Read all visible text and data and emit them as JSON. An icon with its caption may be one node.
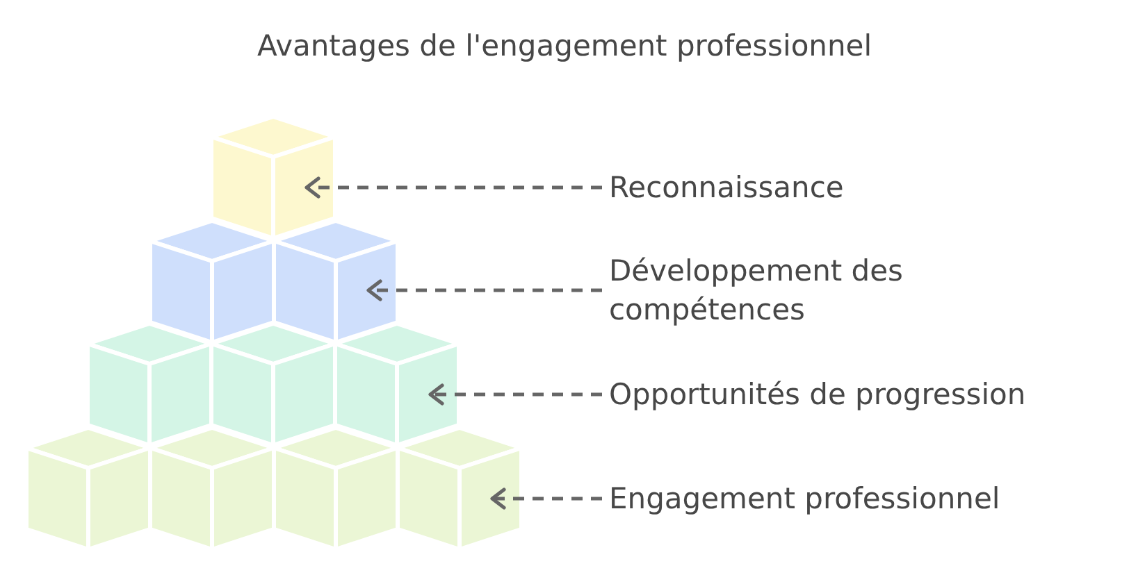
{
  "diagram": {
    "title": "Avantages de l'engagement professionnel",
    "nodes": [
      {
        "text": [],
        "shape": "box"
      },
      {
        "text": [],
        "shape": "box"
      },
      {
        "text": [],
        "shape": "box"
      },
      {
        "text": [],
        "shape": "box"
      },
      {
        "text": [
          "Reconnaissance"
        ]
      },
      {
        "text": [
          "Développement des compétences"
        ]
      },
      {
        "text": [
          "Opportunités de progression"
        ]
      },
      {
        "text": [
          "Engagement professionnel"
        ]
      }
    ],
    "edges": [
      {
        "from": 4,
        "to": 0,
        "arrow": "to",
        "style": "dashed"
      },
      {
        "from": 5,
        "to": 1,
        "arrow": "to",
        "style": "dashed"
      },
      {
        "from": 6,
        "to": 2,
        "arrow": "to",
        "style": "dashed"
      },
      {
        "from": 7,
        "to": 3,
        "arrow": "to",
        "style": "dashed"
      }
    ]
  }
}
